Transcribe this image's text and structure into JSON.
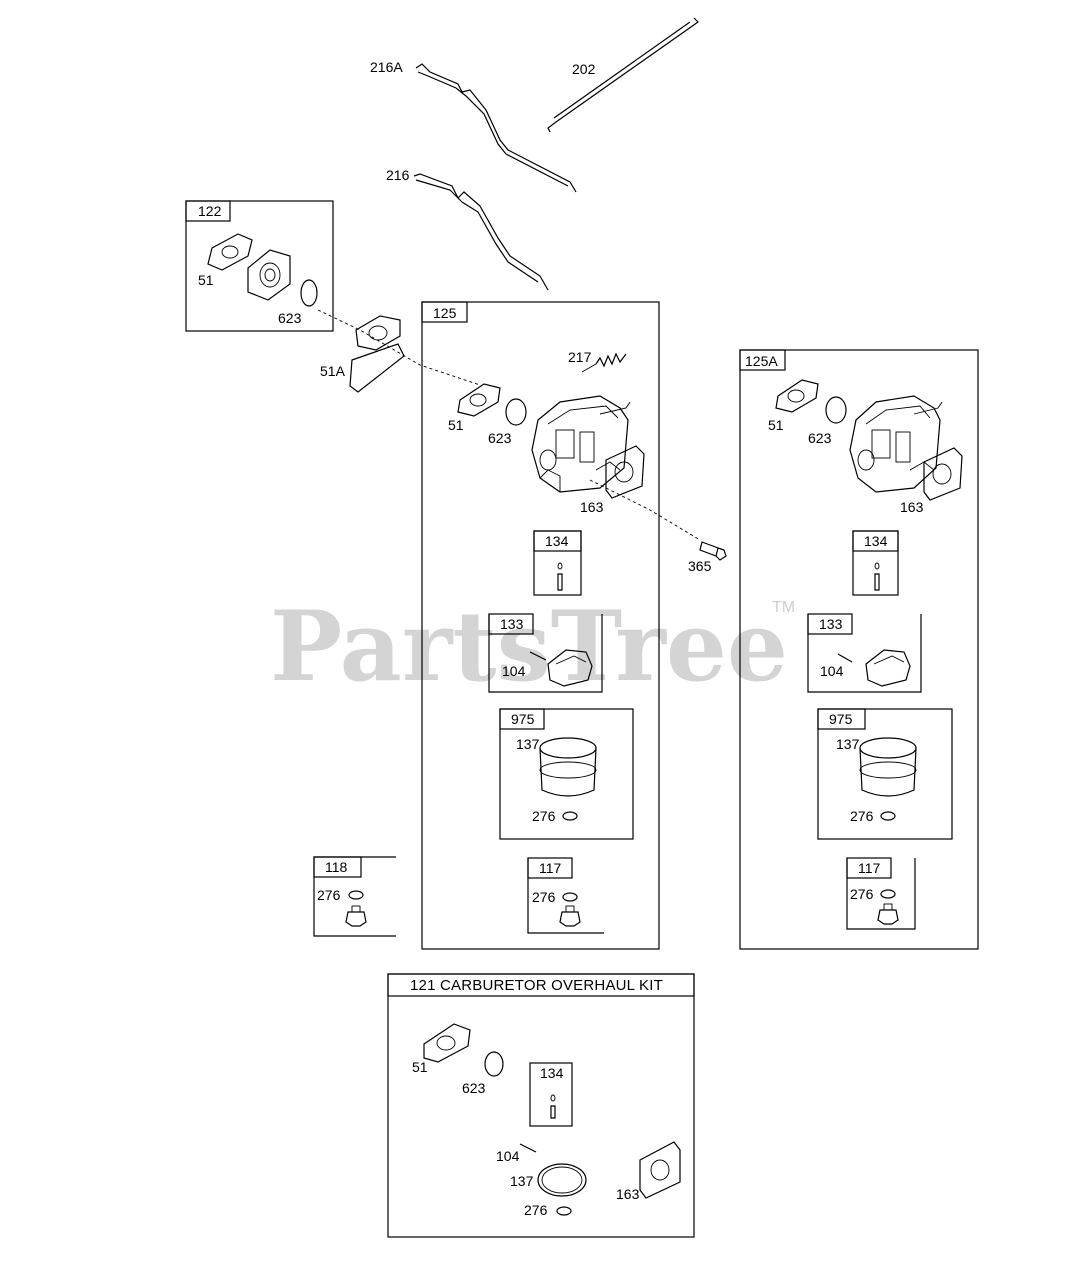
{
  "watermark": {
    "text": "PartsTree",
    "trademark": "TM"
  },
  "rods": {
    "r216A": "216A",
    "r202": "202",
    "r216": "216"
  },
  "box122": {
    "title": "122",
    "l51": "51",
    "l623": "623"
  },
  "free": {
    "l51A": "51A",
    "l365": "365"
  },
  "box125": {
    "title": "125",
    "l217": "217",
    "l51": "51",
    "l623": "623",
    "l163": "163",
    "sub134": "134",
    "sub133": "133",
    "l104": "104",
    "sub975": "975",
    "l137": "137",
    "l276": "276",
    "sub117": "117",
    "l276b": "276"
  },
  "box125A": {
    "title": "125A",
    "l51": "51",
    "l623": "623",
    "l163": "163",
    "sub134": "134",
    "sub133": "133",
    "l104": "104",
    "sub975": "975",
    "l137": "137",
    "l276": "276",
    "sub117": "117",
    "l276b": "276"
  },
  "box118": {
    "title": "118",
    "l276": "276"
  },
  "kit121": {
    "title": "121 CARBURETOR OVERHAUL KIT",
    "l51": "51",
    "l623": "623",
    "sub134": "134",
    "l104": "104",
    "l137": "137",
    "l163": "163",
    "l276": "276"
  }
}
